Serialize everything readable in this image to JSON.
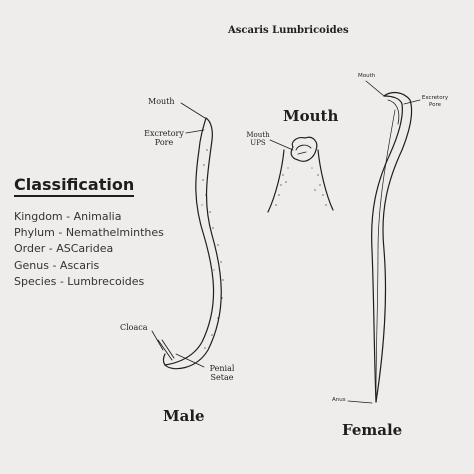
{
  "title": "Ascaris Lumbricoides",
  "classification": {
    "heading": "Classification",
    "items": [
      "Kingdom - Animalia",
      "Phylum - Nemathelminthes",
      "Order - ASCaridea",
      "Genus - Ascaris",
      "Species - Lumbrecoides"
    ]
  },
  "male": {
    "caption": "Male",
    "labels": {
      "mouth": "Mouth",
      "excretory_pore_1": "Excretory",
      "excretory_pore_2": "Pore",
      "cloaca": "Cloaca",
      "penial_setae_1": "Penial",
      "penial_setae_2": "Setae"
    }
  },
  "mouth_detail": {
    "caption": "Mouth",
    "label_1": "Mouth",
    "label_2": "UPS"
  },
  "female": {
    "caption": "Female",
    "labels": {
      "mouth": "Mouth",
      "excretory_pore_1": "Excretory",
      "excretory_pore_2": "Pore",
      "anus": "Anus"
    }
  },
  "colors": {
    "background": "#efedeb",
    "ink": "#1e1e1e"
  }
}
